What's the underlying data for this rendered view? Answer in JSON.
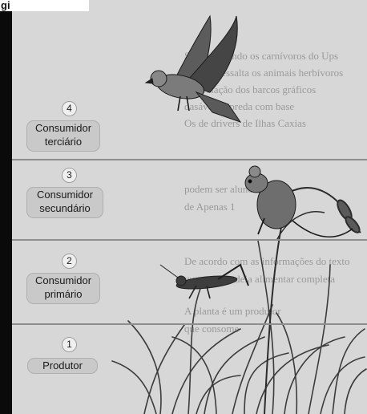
{
  "header": {
    "partial_word": "gi"
  },
  "levels": [
    {
      "number": "4",
      "label_line1": "Consumidor",
      "label_line2": "terciário"
    },
    {
      "number": "3",
      "label_line1": "Consumidor",
      "label_line2": "secundário"
    },
    {
      "number": "2",
      "label_line1": "Consumidor",
      "label_line2": "primário"
    },
    {
      "number": "1",
      "label_line1": "Produtor"
    }
  ],
  "background_text": [
    "Sp em redondo os carnívoros do Ups",
    "O texto ressalta os animais herbívoros",
    "se a relação dos barcos gráficos",
    "dasáveis a preda com base",
    "Os de drivers de Ilhas Caxias",
    "podem ser alunos",
    "de Apenas 1",
    "De acordo com as informações do texto",
    "que a sua cadeia alimentar completa",
    "A planta é um produtor",
    "que consome"
  ],
  "illustration": {
    "animals": [
      "hawk",
      "mouse",
      "grasshopper"
    ],
    "plant": "grass"
  }
}
